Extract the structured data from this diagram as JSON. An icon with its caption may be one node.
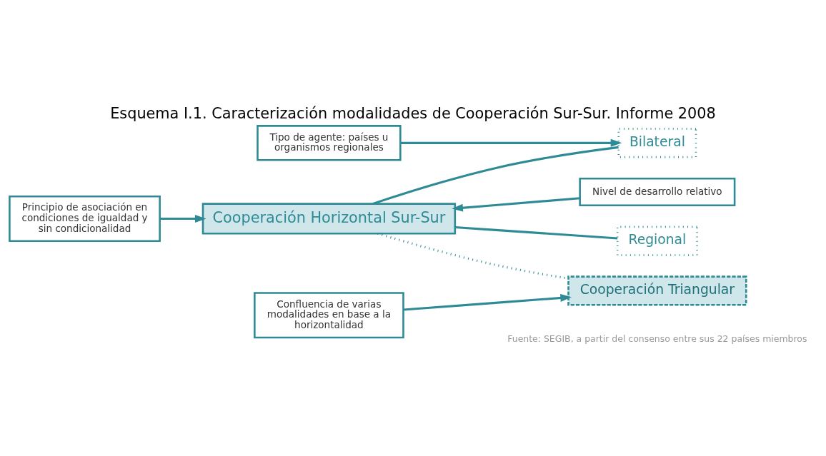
{
  "diagram": {
    "title": "Esquema I.1. Caracterización modalidades de Cooperación Sur-Sur. Informe 2008",
    "caption": "Fuente: SEGIB, a partir del consenso entre sus 22 países miembros",
    "nodes": [
      {
        "text": [
          "Principio de asociación en condiciones de igualdad y sin condicionalidad"
        ]
      },
      {
        "text": [
          "Cooperación Horizontal Sur-Sur"
        ]
      },
      {
        "text": [
          "Nivel de desarrollo relativo"
        ]
      },
      {
        "text": [
          "Tipo de agente: países u organismos regionales"
        ]
      },
      {
        "text": [
          "Bilateral"
        ]
      },
      {
        "text": [
          "Regional"
        ]
      },
      {
        "text": [
          "Confluencia de varias modalidades en base a la horizontalidad"
        ]
      },
      {
        "text": [
          "Cooperación Triangular"
        ]
      }
    ],
    "edges": [
      {
        "from": 0,
        "to": 1,
        "arrow": "to"
      },
      {
        "from": 2,
        "to": 1,
        "arrow": "to"
      },
      {
        "from": 1,
        "to": 4,
        "arrow": "none"
      },
      {
        "from": 1,
        "to": 5,
        "arrow": "none"
      },
      {
        "from": 3,
        "to": 4,
        "arrow": "to"
      },
      {
        "from": 1,
        "to": 7,
        "arrow": "none",
        "style": "dashed"
      },
      {
        "from": 6,
        "to": 7,
        "arrow": "to"
      }
    ]
  }
}
